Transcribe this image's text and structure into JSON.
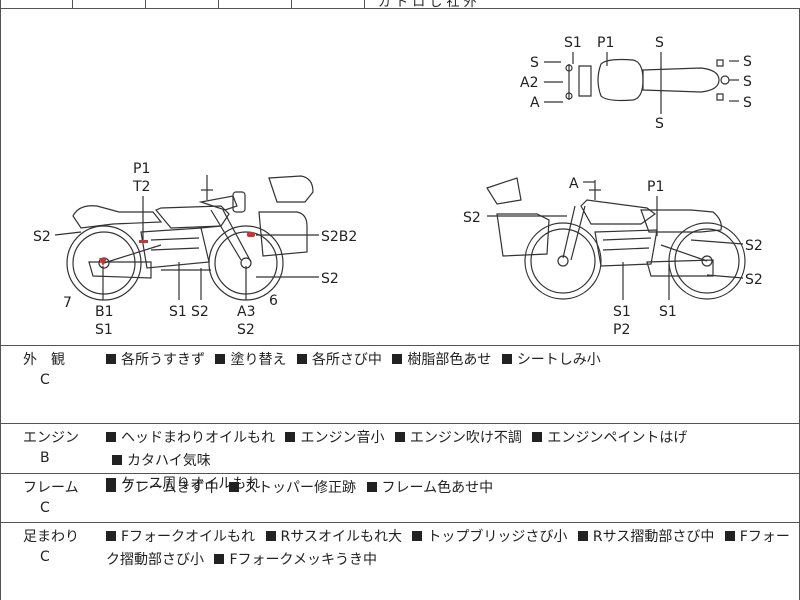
{
  "header": {
    "text": "ガ ト ロ し 社 外"
  },
  "top_view_labels": [
    "S1",
    "P1",
    "S",
    "S",
    "A2",
    "A",
    "S",
    "S",
    "S",
    "S"
  ],
  "left_side_labels": {
    "p1": "P1",
    "t2": "T2",
    "s2_left": "S2",
    "s2b2": "S2B2",
    "s2_right": "S2",
    "seven": "7",
    "six": "6",
    "b1": "B1",
    "s1_bottom": "S1",
    "s1_mid": "S1",
    "s2_mid": "S2",
    "a3": "A3",
    "s2_bottom": "S2"
  },
  "right_side_labels": {
    "a": "A",
    "p1": "P1",
    "s2_left": "S2",
    "s2_top": "S2",
    "s2_bottom": "S2",
    "s1_mid": "S1",
    "p2": "P2",
    "s1_right": "S1"
  },
  "conditions": [
    {
      "category": "外　観",
      "grade": "C",
      "items": [
        "各所うすきず",
        "塗り替え",
        "各所さび中",
        "樹脂部色あせ",
        "シートしみ小"
      ]
    },
    {
      "category": "エンジン",
      "grade": "B",
      "items": [
        "ヘッドまわりオイルもれ",
        "エンジン音小",
        "エンジン吹け不調",
        "エンジンペイントはげ",
        "カタハイ気味",
        "ケース周りオイルもれ"
      ]
    },
    {
      "category": "フレーム",
      "grade": "C",
      "items": [
        "フレームきず中",
        "ストッパー修正跡",
        "フレーム色あせ中"
      ]
    },
    {
      "category": "足まわり",
      "grade": "C",
      "items": [
        "Fフォークオイルもれ",
        "Rサスオイルもれ大",
        "トップブリッジさび小",
        "Rサス摺動部さび中",
        "Fフォーク摺動部さび小",
        "Fフォークメッキうき中"
      ]
    }
  ]
}
